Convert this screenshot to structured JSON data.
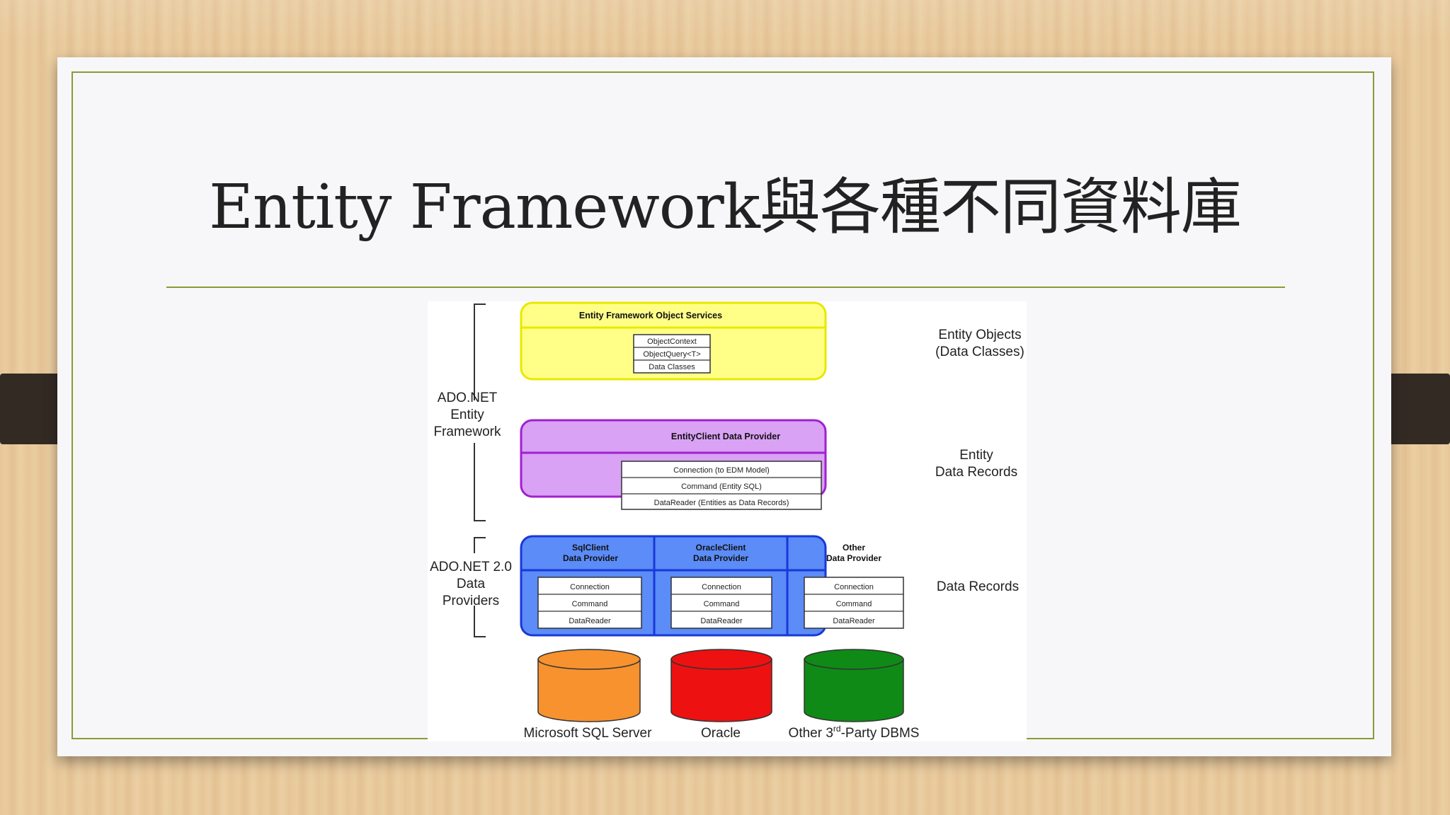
{
  "slide": {
    "title": "Entity Framework與各種不同資料庫"
  },
  "diagram": {
    "layers": {
      "object_services": {
        "header": "Entity Framework Object Services",
        "items": [
          "ObjectContext",
          "ObjectQuery<T>",
          "Data Classes"
        ],
        "right_label": [
          "Entity Objects",
          "(Data Classes)"
        ]
      },
      "entity_client": {
        "header": "EntityClient Data Provider",
        "items": [
          "Connection (to EDM Model)",
          "Command (Entity SQL)",
          "DataReader (Entities as Data Records)"
        ],
        "right_label": [
          "Entity",
          "Data Records"
        ]
      },
      "providers": {
        "columns": [
          {
            "header": [
              "SqlClient",
              "Data Provider"
            ],
            "items": [
              "Connection",
              "Command",
              "DataReader"
            ]
          },
          {
            "header": [
              "OracleClient",
              "Data Provider"
            ],
            "items": [
              "Connection",
              "Command",
              "DataReader"
            ]
          },
          {
            "header": [
              "Other",
              "Data Provider"
            ],
            "items": [
              "Connection",
              "Command",
              "DataReader"
            ]
          }
        ],
        "right_label": [
          "Data Records"
        ]
      }
    },
    "left_labels": {
      "entity_framework": [
        "ADO.NET",
        "Entity",
        "Framework"
      ],
      "data_providers": [
        "ADO.NET 2.0",
        "Data",
        "Providers"
      ]
    },
    "databases": [
      {
        "label": "Microsoft SQL Server",
        "color": "#f7922f"
      },
      {
        "label": "Oracle",
        "color": "#ee1111"
      },
      {
        "label_main": "Other 3",
        "label_sup": "rd",
        "label_tail": "-Party DBMS",
        "color": "#0f8a16"
      }
    ],
    "colors": {
      "object_services_fill": "#ffff88",
      "object_services_stroke": "#e8e800",
      "entity_client_fill": "#d9a2f4",
      "entity_client_stroke": "#a020d0",
      "providers_fill": "#5b8cf7",
      "providers_stroke": "#1838d8"
    }
  }
}
